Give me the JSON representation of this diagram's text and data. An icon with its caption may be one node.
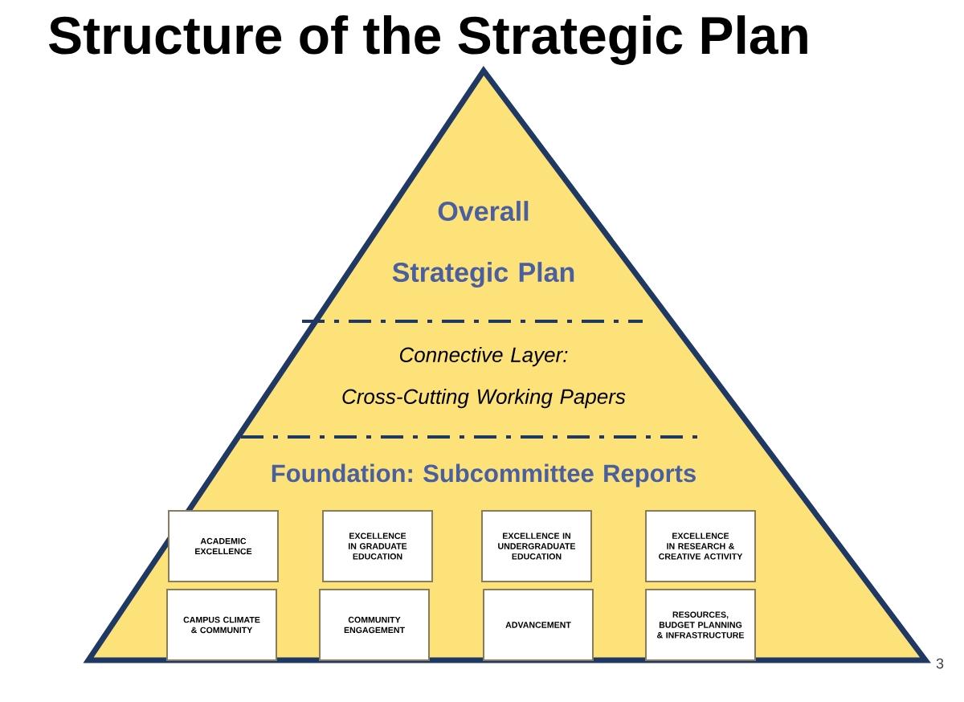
{
  "diagram": {
    "title": "Structure of the Strategic Plan",
    "nodes": [
      {
        "text": [
          "Overall Strategic Plan",
          "Connective Layer: Cross-Cutting Working Papers",
          "Foundation: Subcommittee Reports"
        ]
      },
      {
        "text": [
          "ACADEMIC EXCELLENCE"
        ],
        "in": 0
      },
      {
        "text": [
          "EXCELLENCE IN GRADUATE EDUCATION"
        ],
        "in": 0
      },
      {
        "text": [
          "EXCELLENCE IN UNDERGRADUATE EDUCATION"
        ],
        "in": 0
      },
      {
        "text": [
          "EXCELLENCE IN RESEARCH & CREATIVE ACTIVITY"
        ],
        "in": 0
      },
      {
        "text": [
          "CAMPUS CLIMATE & COMMUNITY"
        ],
        "in": 0
      },
      {
        "text": [
          "COMMUNITY ENGAGEMENT"
        ],
        "in": 0
      },
      {
        "text": [
          "ADVANCEMENT"
        ],
        "in": 0
      },
      {
        "text": [
          "RESOURCES, BUDGET PLANNING & INFRASTRUCTURE"
        ],
        "in": 0
      }
    ],
    "edges": [],
    "labels": [
      "3"
    ]
  }
}
